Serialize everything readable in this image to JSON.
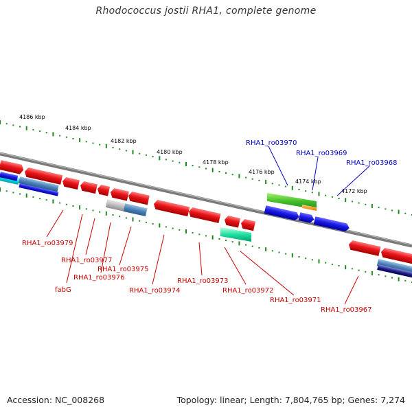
{
  "title": "Rhodococcus jostii RHA1, complete genome",
  "accession": "Accession: NC_008268",
  "summary": "Topology: linear; Length: 7,804,765 bp; Genes: 7,274",
  "scale_labels": [
    "4186 kbp",
    "4184 kbp",
    "4182 kbp",
    "4180 kbp",
    "4178 kbp",
    "4176 kbp",
    "4174 kbp",
    "4172 kbp"
  ],
  "gene_labels_top": [
    "RHA1_ro03970",
    "RHA1_ro03969",
    "RHA1_ro03968"
  ],
  "gene_labels_bottom": [
    "RHA1_ro03979",
    "RHA1_ro03977",
    "RHA1_ro03975",
    "RHA1_ro03976",
    "fabG",
    "RHA1_ro03974",
    "RHA1_ro03973",
    "RHA1_ro03972",
    "RHA1_ro03971",
    "RHA1_ro03967"
  ],
  "colors": {
    "gene_red": "#e8151a",
    "gene_blue": "#1b1be6",
    "label_red": "#cc0000",
    "label_blue": "#0000cc",
    "backbone": "#808080",
    "tick": "#1f8a1f"
  }
}
